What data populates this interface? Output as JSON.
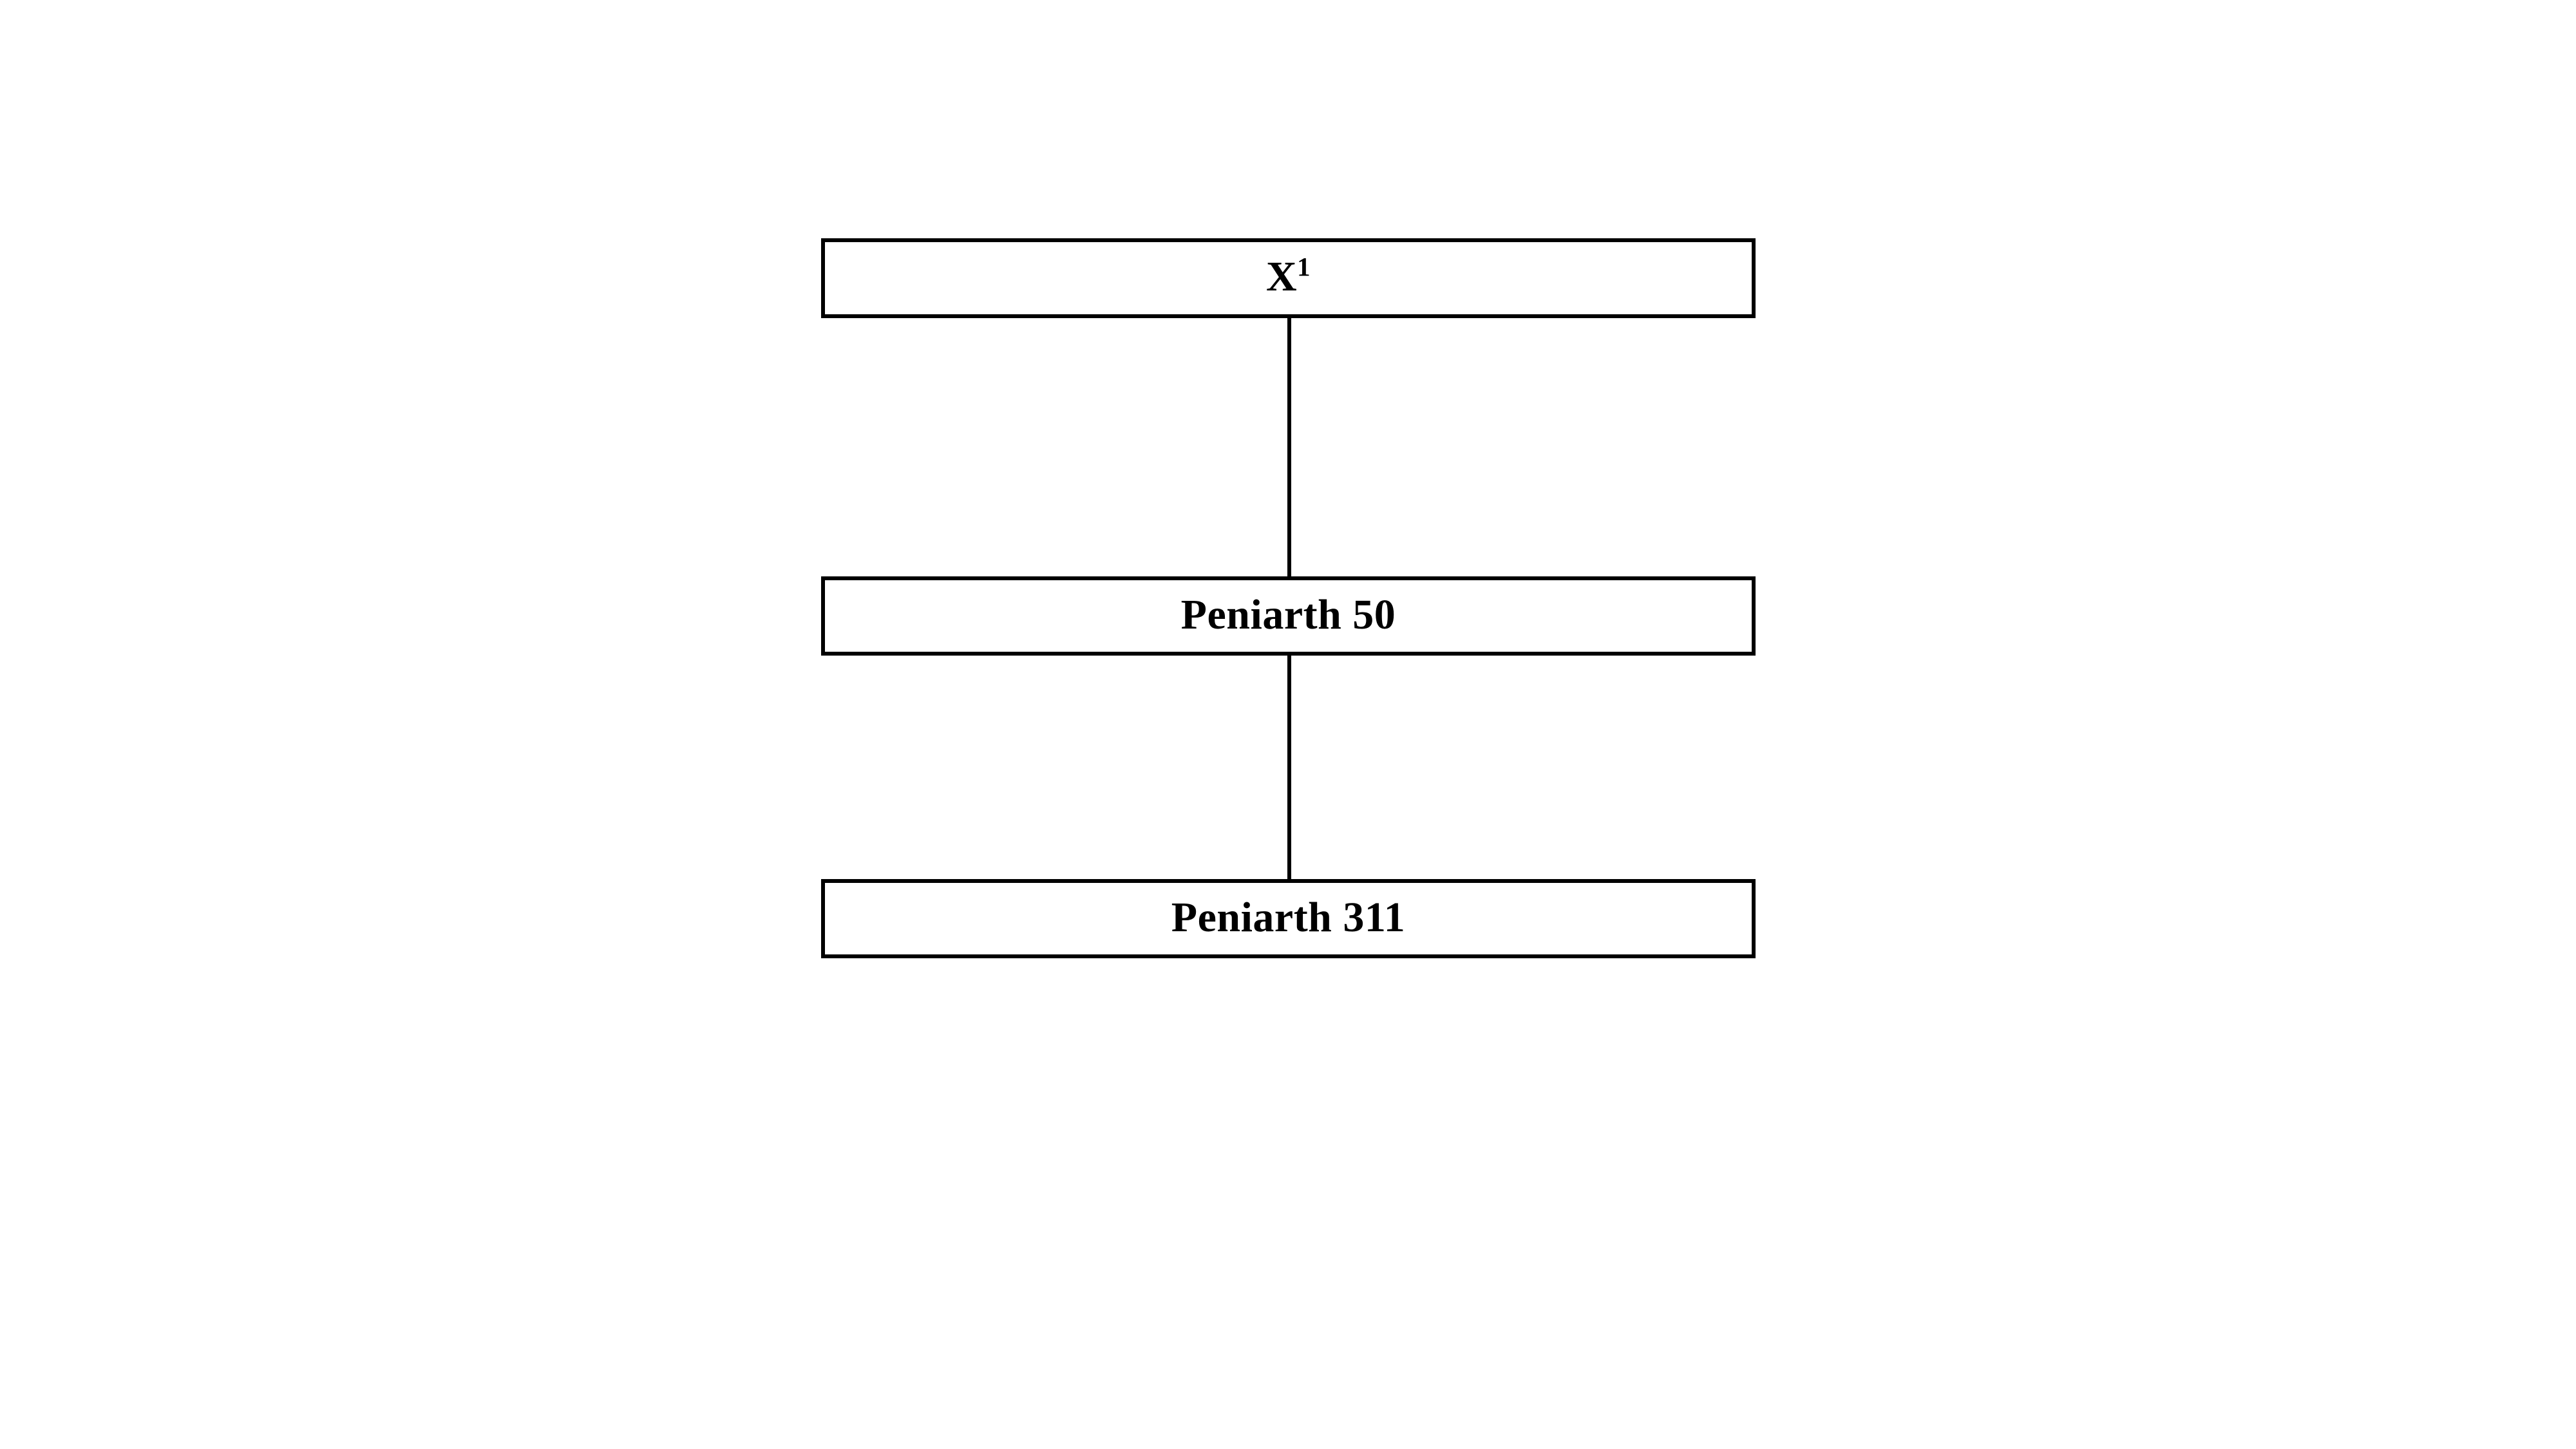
{
  "diagram": {
    "type": "stemma",
    "orientation": "vertical",
    "background_color": "#ffffff",
    "line_color": "#000000",
    "text_color": "#000000",
    "nodes": [
      {
        "id": "x1",
        "label_base": "X",
        "label_sup": "1",
        "label_full": "X¹"
      },
      {
        "id": "peniarth50",
        "label_base": "Peniarth 50",
        "label_sup": "",
        "label_full": "Peniarth 50"
      },
      {
        "id": "peniarth311",
        "label_base": "Peniarth 311",
        "label_sup": "",
        "label_full": "Peniarth 311"
      }
    ],
    "edges": [
      {
        "from": "x1",
        "to": "peniarth50"
      },
      {
        "from": "peniarth50",
        "to": "peniarth311"
      }
    ]
  }
}
